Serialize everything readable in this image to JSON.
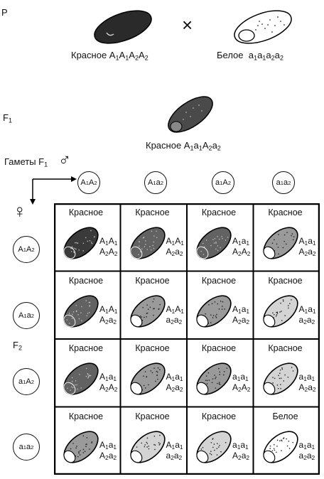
{
  "parents": {
    "generation_label": "P",
    "cross_symbol": "×",
    "left": {
      "phenotype": "Красное",
      "genotype": "A1A1A2A2",
      "color": "dark"
    },
    "right": {
      "phenotype": "Белое",
      "genotype": "a1a1a2a2",
      "color": "white"
    }
  },
  "f1": {
    "generation_label": "F1",
    "phenotype": "Красное",
    "genotype": "A1a1A2a2"
  },
  "gametes_label": "Гаметы F1",
  "male_symbol": "♂",
  "female_symbol": "♀",
  "f2_label": "F2",
  "male_gametes": [
    "A1A2",
    "A1a2",
    "a1A2",
    "a1a2"
  ],
  "female_gametes": [
    "A1A2",
    "A1a2",
    "a1A2",
    "a1a2"
  ],
  "grid": [
    [
      {
        "phenotype": "Красное",
        "g1": "A1A1",
        "g2": "A2A2",
        "shade": 4
      },
      {
        "phenotype": "Красное",
        "g1": "A1A1",
        "g2": "A2a2",
        "shade": 3
      },
      {
        "phenotype": "Красное",
        "g1": "A1a1",
        "g2": "A2A2",
        "shade": 3
      },
      {
        "phenotype": "Красное",
        "g1": "A1a1",
        "g2": "A2a2",
        "shade": 2
      }
    ],
    [
      {
        "phenotype": "Красное",
        "g1": "A1A1",
        "g2": "A2a2",
        "shade": 3
      },
      {
        "phenotype": "Красное",
        "g1": "A1A1",
        "g2": "a2a2",
        "shade": 2
      },
      {
        "phenotype": "Красное",
        "g1": "A1a1",
        "g2": "A2a2",
        "shade": 2
      },
      {
        "phenotype": "Красное",
        "g1": "A1a1",
        "g2": "a2a2",
        "shade": 1
      }
    ],
    [
      {
        "phenotype": "Красное",
        "g1": "A1a1",
        "g2": "A2A2",
        "shade": 3
      },
      {
        "phenotype": "Красное",
        "g1": "A1a1",
        "g2": "A2a2",
        "shade": 2
      },
      {
        "phenotype": "Красное",
        "g1": "a1a1",
        "g2": "A2A2",
        "shade": 2
      },
      {
        "phenotype": "Красное",
        "g1": "a1a1",
        "g2": "A2a2",
        "shade": 1
      }
    ],
    [
      {
        "phenotype": "Красное",
        "g1": "A1a1",
        "g2": "A2a2",
        "shade": 2
      },
      {
        "phenotype": "Красное",
        "g1": "A1a1",
        "g2": "a2a2",
        "shade": 1
      },
      {
        "phenotype": "Красное",
        "g1": "a1a1",
        "g2": "A2a2",
        "shade": 1
      },
      {
        "phenotype": "Белое",
        "g1": "a1a1",
        "g2": "a2a2",
        "shade": 0
      }
    ]
  ]
}
